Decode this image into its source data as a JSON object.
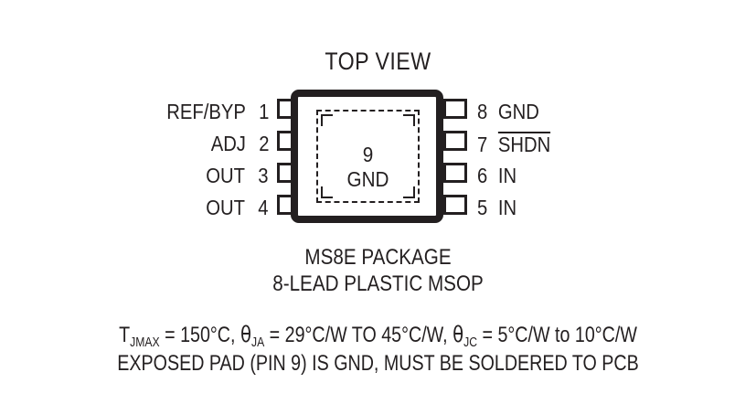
{
  "diagram": {
    "title": "TOP VIEW",
    "exposed_pad": {
      "pin_number": "9",
      "label": "GND"
    },
    "pins_left": [
      {
        "name": "REF/BYP",
        "number": "1",
        "active_low": false
      },
      {
        "name": "ADJ",
        "number": "2",
        "active_low": false
      },
      {
        "name": "OUT",
        "number": "3",
        "active_low": false
      },
      {
        "name": "OUT",
        "number": "4",
        "active_low": false
      }
    ],
    "pins_right": [
      {
        "name": "GND",
        "number": "8",
        "active_low": false
      },
      {
        "name": "SHDN",
        "number": "7",
        "active_low": true
      },
      {
        "name": "IN",
        "number": "6",
        "active_low": false
      },
      {
        "name": "IN",
        "number": "5",
        "active_low": false
      }
    ]
  },
  "captions": {
    "package_name": "MS8E PACKAGE",
    "lead_type": "8-LEAD PLASTIC MSOP",
    "thermal": {
      "tj_symbol": "T",
      "tj_subscript": "JMAX",
      "tj_value": " = 150°C, ",
      "theta_ja_symbol": "θ",
      "theta_ja_subscript": "JA",
      "theta_ja_value": " = 29°C/W TO 45°C/W, ",
      "theta_jc_symbol": "θ",
      "theta_jc_subscript": "JC",
      "theta_jc_value": " = 5°C/W to 10°C/W"
    },
    "exposed_pad_note": "EXPOSED PAD (PIN 9) IS GND, MUST BE SOLDERED TO PCB"
  },
  "colors": {
    "ink": "#231f20",
    "background": "#ffffff"
  }
}
